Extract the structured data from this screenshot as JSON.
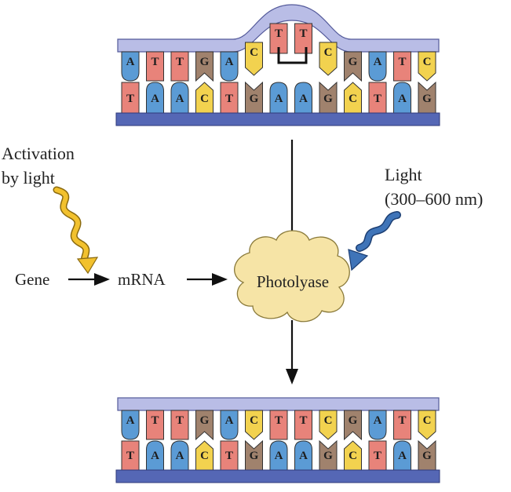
{
  "colors": {
    "A": "#5b9bd5",
    "T": "#e8837a",
    "G": "#a0826d",
    "C": "#f2d24f",
    "strand_top": "#b9bde6",
    "strand_bottom": "#5567b5",
    "cloud": "#f6e4a6",
    "yellow_arrow": "#f2c12e",
    "blue_arrow": "#3f74b8"
  },
  "top_dna": {
    "top_strand": [
      "A",
      "T",
      "T",
      "G",
      "A",
      "C",
      "T",
      "T",
      "C",
      "G",
      "A",
      "T",
      "C"
    ],
    "bottom_strand": [
      "T",
      "A",
      "A",
      "C",
      "T",
      "G",
      "A",
      "A",
      "G",
      "C",
      "T",
      "A",
      "G"
    ]
  },
  "bottom_dna": {
    "top_strand": [
      "A",
      "T",
      "T",
      "G",
      "A",
      "C",
      "T",
      "T",
      "C",
      "G",
      "A",
      "T",
      "C"
    ],
    "bottom_strand": [
      "T",
      "A",
      "A",
      "C",
      "T",
      "G",
      "A",
      "A",
      "G",
      "C",
      "T",
      "A",
      "G"
    ]
  },
  "labels": {
    "activation_line1": "Activation",
    "activation_line2": "by light",
    "light_line1": "Light",
    "light_line2": "(300–600 nm)",
    "gene": "Gene",
    "mrna": "mRNA",
    "enzyme": "Photolyase"
  }
}
